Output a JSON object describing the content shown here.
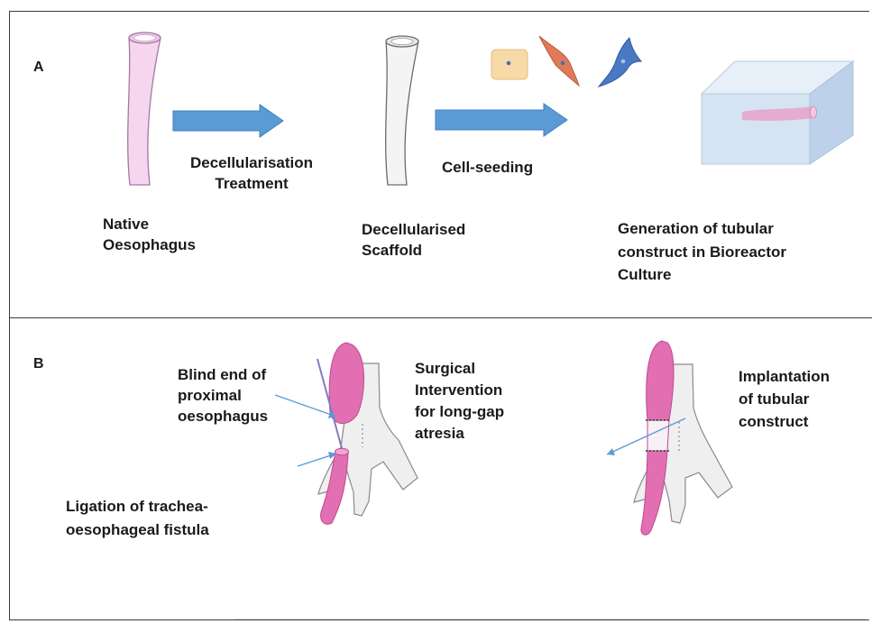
{
  "panel_a": {
    "letter": "A",
    "native": [
      "Native",
      "Oesophagus"
    ],
    "treatment": [
      "Decellularisation",
      "Treatment"
    ],
    "scaffold": [
      "Decellularised",
      "Scaffold"
    ],
    "seeding": "Cell‐seeding",
    "generation": [
      "Generation of tubular",
      "construct in Bioreactor",
      "Culture"
    ]
  },
  "panel_b": {
    "letter": "B",
    "blind_end": [
      "Blind end of",
      "proximal",
      "oesophagus"
    ],
    "surgical": [
      "Surgical",
      "Intervention",
      "for long-gap",
      "atresia"
    ],
    "implantation": [
      "Implantation",
      "of tubular",
      "construct"
    ],
    "ligation": [
      "Ligation of trachea-",
      "oesophageal fistula"
    ]
  },
  "colors": {
    "arrow_blue": "#5b9bd5",
    "oesophagus_pink": "#e36fb3",
    "native_tube": "#f6d6ef",
    "scaffold_tube": "#f4f4f4",
    "bioreactor": "#c9dcef"
  }
}
